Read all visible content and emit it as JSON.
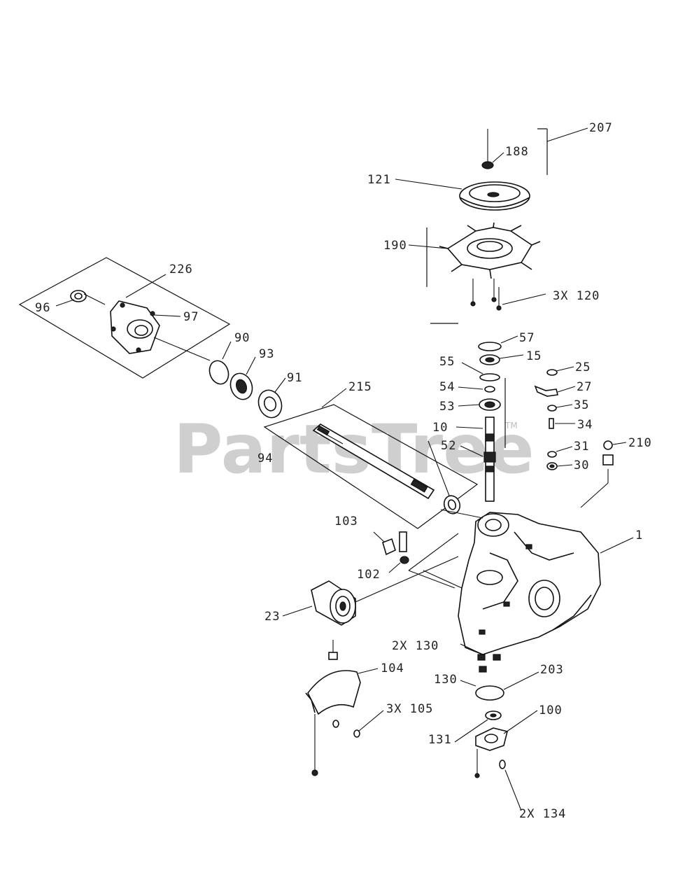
{
  "watermark": {
    "text": "PartsTree",
    "tm": "TM"
  },
  "labels": {
    "l207": "207",
    "l188": "188",
    "l121": "121",
    "l190": "190",
    "l3x120": "3X 120",
    "l226": "226",
    "l96": "96",
    "l97": "97",
    "l90": "90",
    "l93": "93",
    "l91": "91",
    "l215": "215",
    "l57": "57",
    "l55": "55",
    "l15": "15",
    "l54": "54",
    "l53": "53",
    "l10": "10",
    "l52": "52",
    "l94": "94",
    "l25": "25",
    "l27": "27",
    "l35": "35",
    "l34": "34",
    "l31": "31",
    "l30": "30",
    "l210": "210",
    "l103": "103",
    "l102": "102",
    "l1": "1",
    "l23": "23",
    "l2x130": "2X 130",
    "l104": "104",
    "l3x105": "3X 105",
    "l131": "131",
    "l203": "203",
    "l130": "130",
    "l100": "100",
    "l2x134": "2X 134"
  }
}
